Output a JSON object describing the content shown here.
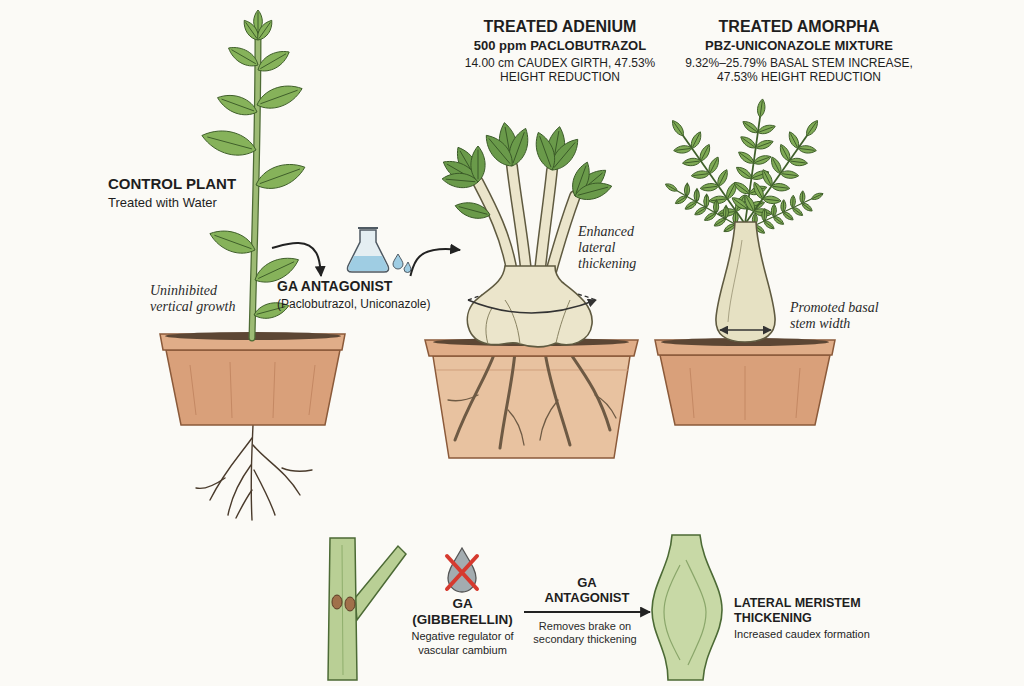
{
  "diagram": {
    "nodes": [
      {
        "text": [
          "CONTROL PLANT",
          "Treated with Water"
        ]
      },
      {
        "text": [
          "GA ANTAGONIST",
          "(Paclobutrazol, Uniconazole)"
        ]
      },
      {
        "text": [
          "TREATED ADENIUM",
          "500 ppm PACLOBUTRAZOL",
          "14.00 cm CAUDEX GIRTH, 47.53% HEIGHT REDUCTION"
        ]
      },
      {
        "text": [
          "TREATED AMORPHA",
          "PBZ-UNICONAZOLE MIXTURE",
          "9.32%–25.79% BASAL STEM INCREASE, 47.53% HEIGHT REDUCTION"
        ]
      },
      {
        "text": [
          "GA (GIBBERELLIN)",
          "Negative regulator of vascular cambium"
        ]
      },
      {
        "text": [
          "LATERAL MERISTEM THICKENING",
          "Increased caudex formation"
        ]
      }
    ],
    "edges": [
      {
        "from": 0,
        "to": 1,
        "arrow": "to"
      },
      {
        "from": 1,
        "to": 2,
        "arrow": "to"
      },
      {
        "from": 4,
        "to": 5,
        "arrow": "to",
        "label": "GA ANTAGONIST"
      }
    ],
    "labels": [
      "Uninhibited vertical growth",
      "Enhanced lateral thickening",
      "Promoted basal stem width",
      "Removes brake on secondary thickening"
    ]
  }
}
